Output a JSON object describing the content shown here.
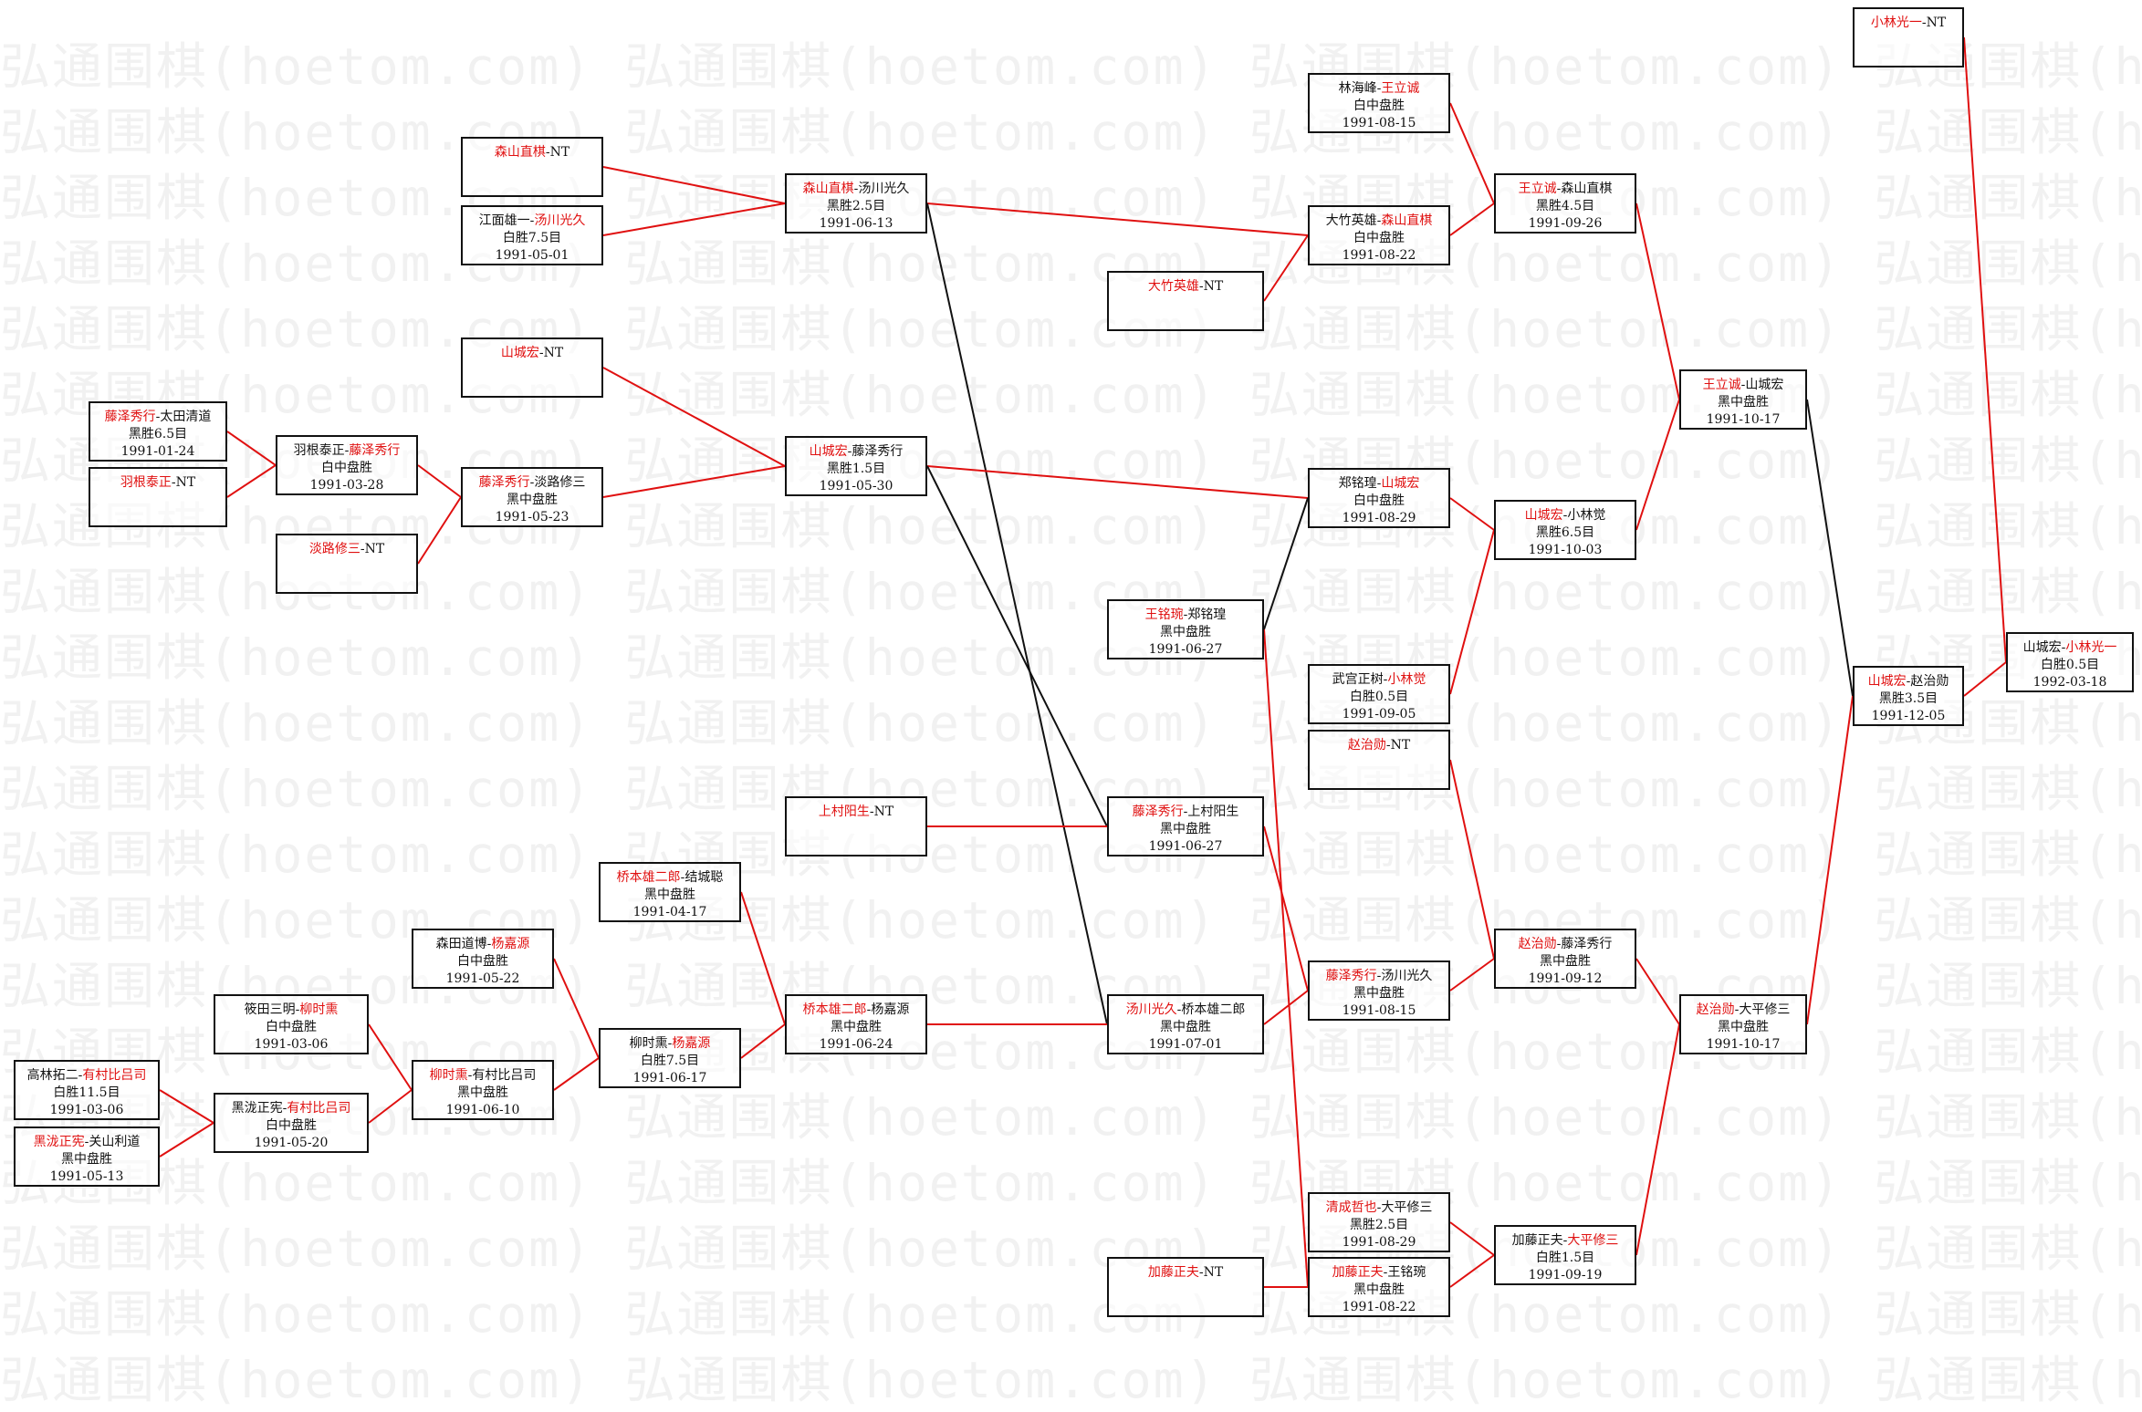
{
  "colors": {
    "winner": "#e01010",
    "text": "#111111",
    "line_win": "#e01010",
    "line_other": "#111111",
    "watermark": "#f1f1f1"
  },
  "watermark": {
    "text": "弘通围棋(hoetom.com)"
  },
  "nodes": [
    {
      "id": "n1",
      "p1": "小林光一",
      "p2": "NT",
      "winner": 1,
      "result": "",
      "date": ""
    },
    {
      "id": "n2",
      "p1": "林海峰",
      "p2": "王立诚",
      "winner": 2,
      "result": "白中盘胜",
      "date": "1991-08-15"
    },
    {
      "id": "n3",
      "p1": "森山直棋",
      "p2": "NT",
      "winner": 1,
      "result": "",
      "date": ""
    },
    {
      "id": "n4",
      "p1": "森山直棋",
      "p2": "汤川光久",
      "winner": 1,
      "result": "黑胜2.5目",
      "date": "1991-06-13"
    },
    {
      "id": "n5",
      "p1": "江面雄一",
      "p2": "汤川光久",
      "winner": 2,
      "result": "白胜7.5目",
      "date": "1991-05-01"
    },
    {
      "id": "n6",
      "p1": "王立诚",
      "p2": "森山直棋",
      "winner": 1,
      "result": "黑胜4.5目",
      "date": "1991-09-26"
    },
    {
      "id": "n7",
      "p1": "大竹英雄",
      "p2": "森山直棋",
      "winner": 2,
      "result": "白中盘胜",
      "date": "1991-08-22"
    },
    {
      "id": "n8",
      "p1": "大竹英雄",
      "p2": "NT",
      "winner": 1,
      "result": "",
      "date": ""
    },
    {
      "id": "n9",
      "p1": "山城宏",
      "p2": "NT",
      "winner": 1,
      "result": "",
      "date": ""
    },
    {
      "id": "n10",
      "p1": "王立诚",
      "p2": "山城宏",
      "winner": 1,
      "result": "黑中盘胜",
      "date": "1991-10-17"
    },
    {
      "id": "n11",
      "p1": "藤泽秀行",
      "p2": "太田清道",
      "winner": 1,
      "result": "黑胜6.5目",
      "date": "1991-01-24"
    },
    {
      "id": "n12",
      "p1": "羽根泰正",
      "p2": "藤泽秀行",
      "winner": 2,
      "result": "白中盘胜",
      "date": "1991-03-28"
    },
    {
      "id": "n13",
      "p1": "山城宏",
      "p2": "藤泽秀行",
      "winner": 1,
      "result": "黑胜1.5目",
      "date": "1991-05-30"
    },
    {
      "id": "n14",
      "p1": "羽根泰正",
      "p2": "NT",
      "winner": 1,
      "result": "",
      "date": ""
    },
    {
      "id": "n15",
      "p1": "藤泽秀行",
      "p2": "淡路修三",
      "winner": 1,
      "result": "黑中盘胜",
      "date": "1991-05-23"
    },
    {
      "id": "n16",
      "p1": "郑铭瑝",
      "p2": "山城宏",
      "winner": 2,
      "result": "白中盘胜",
      "date": "1991-08-29"
    },
    {
      "id": "n17",
      "p1": "山城宏",
      "p2": "小林觉",
      "winner": 1,
      "result": "黑胜6.5目",
      "date": "1991-10-03"
    },
    {
      "id": "n18",
      "p1": "淡路修三",
      "p2": "NT",
      "winner": 1,
      "result": "",
      "date": ""
    },
    {
      "id": "n19",
      "p1": "王铭琬",
      "p2": "郑铭瑝",
      "winner": 1,
      "result": "黑中盘胜",
      "date": "1991-06-27"
    },
    {
      "id": "n20",
      "p1": "山城宏",
      "p2": "小林光一",
      "winner": 2,
      "result": "白胜0.5目",
      "date": "1992-03-18"
    },
    {
      "id": "n21",
      "p1": "武宫正树",
      "p2": "小林觉",
      "winner": 2,
      "result": "白胜0.5目",
      "date": "1991-09-05"
    },
    {
      "id": "n22",
      "p1": "山城宏",
      "p2": "赵治勋",
      "winner": 1,
      "result": "黑胜3.5目",
      "date": "1991-12-05"
    },
    {
      "id": "n23",
      "p1": "赵治勋",
      "p2": "NT",
      "winner": 1,
      "result": "",
      "date": ""
    },
    {
      "id": "n24",
      "p1": "上村阳生",
      "p2": "NT",
      "winner": 1,
      "result": "",
      "date": ""
    },
    {
      "id": "n25",
      "p1": "藤泽秀行",
      "p2": "上村阳生",
      "winner": 1,
      "result": "黑中盘胜",
      "date": "1991-06-27"
    },
    {
      "id": "n26",
      "p1": "桥本雄二郎",
      "p2": "结城聪",
      "winner": 1,
      "result": "黑中盘胜",
      "date": "1991-04-17"
    },
    {
      "id": "n27",
      "p1": "森田道博",
      "p2": "杨嘉源",
      "winner": 2,
      "result": "白中盘胜",
      "date": "1991-05-22"
    },
    {
      "id": "n28",
      "p1": "赵治勋",
      "p2": "藤泽秀行",
      "winner": 1,
      "result": "黑中盘胜",
      "date": "1991-09-12"
    },
    {
      "id": "n29",
      "p1": "藤泽秀行",
      "p2": "汤川光久",
      "winner": 1,
      "result": "黑中盘胜",
      "date": "1991-08-15"
    },
    {
      "id": "n30",
      "p1": "桥本雄二郎",
      "p2": "杨嘉源",
      "winner": 1,
      "result": "黑中盘胜",
      "date": "1991-06-24"
    },
    {
      "id": "n31",
      "p1": "汤川光久",
      "p2": "桥本雄二郎",
      "winner": 1,
      "result": "黑中盘胜",
      "date": "1991-07-01"
    },
    {
      "id": "n32",
      "p1": "筱田三明",
      "p2": "柳时熏",
      "winner": 2,
      "result": "白中盘胜",
      "date": "1991-03-06"
    },
    {
      "id": "n33",
      "p1": "赵治勋",
      "p2": "大平修三",
      "winner": 1,
      "result": "黑中盘胜",
      "date": "1991-10-17"
    },
    {
      "id": "n34",
      "p1": "柳时熏",
      "p2": "杨嘉源",
      "winner": 2,
      "result": "白胜7.5目",
      "date": "1991-06-17"
    },
    {
      "id": "n35",
      "p1": "高林拓二",
      "p2": "有村比吕司",
      "winner": 2,
      "result": "白胜11.5目",
      "date": "1991-03-06"
    },
    {
      "id": "n36",
      "p1": "柳时熏",
      "p2": "有村比吕司",
      "winner": 1,
      "result": "黑中盘胜",
      "date": "1991-06-10"
    },
    {
      "id": "n37",
      "p1": "黑泷正宪",
      "p2": "有村比吕司",
      "winner": 2,
      "result": "白中盘胜",
      "date": "1991-05-20"
    },
    {
      "id": "n38",
      "p1": "黑泷正宪",
      "p2": "关山利道",
      "winner": 1,
      "result": "黑中盘胜",
      "date": "1991-05-13"
    },
    {
      "id": "n39",
      "p1": "清成哲也",
      "p2": "大平修三",
      "winner": 1,
      "result": "黑胜2.5目",
      "date": "1991-08-29"
    },
    {
      "id": "n40",
      "p1": "加藤正夫",
      "p2": "大平修三",
      "winner": 2,
      "result": "白胜1.5目",
      "date": "1991-09-19"
    },
    {
      "id": "n41",
      "p1": "加藤正夫",
      "p2": "NT",
      "winner": 1,
      "result": "",
      "date": ""
    },
    {
      "id": "n42",
      "p1": "加藤正夫",
      "p2": "王铭琬",
      "winner": 1,
      "result": "黑中盘胜",
      "date": "1991-08-22"
    }
  ],
  "connectors": [
    {
      "from": "n11",
      "to": "n12",
      "win": true
    },
    {
      "from": "n14",
      "to": "n12",
      "win": true
    },
    {
      "from": "n12",
      "to": "n15",
      "win": true
    },
    {
      "from": "n18",
      "to": "n15",
      "win": true
    },
    {
      "from": "n3",
      "to": "n4",
      "win": true
    },
    {
      "from": "n5",
      "to": "n4",
      "win": true
    },
    {
      "from": "n9",
      "to": "n13",
      "win": true
    },
    {
      "from": "n15",
      "to": "n13",
      "win": true
    },
    {
      "from": "n4",
      "to": "n7",
      "win": true
    },
    {
      "from": "n8",
      "to": "n7",
      "win": true
    },
    {
      "from": "n4",
      "to": "n31",
      "win": false
    },
    {
      "from": "n13",
      "to": "n16",
      "win": true
    },
    {
      "from": "n13",
      "to": "n25",
      "win": false
    },
    {
      "from": "n24",
      "to": "n25",
      "win": true
    },
    {
      "from": "n2",
      "to": "n6",
      "win": true
    },
    {
      "from": "n7",
      "to": "n6",
      "win": true
    },
    {
      "from": "n19",
      "to": "n16",
      "win": false
    },
    {
      "from": "n16",
      "to": "n17",
      "win": true
    },
    {
      "from": "n21",
      "to": "n17",
      "win": true
    },
    {
      "from": "n6",
      "to": "n10",
      "win": true
    },
    {
      "from": "n17",
      "to": "n10",
      "win": true
    },
    {
      "from": "n26",
      "to": "n30",
      "win": true
    },
    {
      "from": "n27",
      "to": "n34",
      "win": true
    },
    {
      "from": "n32",
      "to": "n36",
      "win": true
    },
    {
      "from": "n35",
      "to": "n37",
      "win": true
    },
    {
      "from": "n38",
      "to": "n37",
      "win": true
    },
    {
      "from": "n37",
      "to": "n36",
      "win": true
    },
    {
      "from": "n36",
      "to": "n34",
      "win": true
    },
    {
      "from": "n34",
      "to": "n30",
      "win": true
    },
    {
      "from": "n30",
      "to": "n31",
      "win": true
    },
    {
      "from": "n25",
      "to": "n29",
      "win": true
    },
    {
      "from": "n31",
      "to": "n29",
      "win": true
    },
    {
      "from": "n23",
      "to": "n28",
      "win": true
    },
    {
      "from": "n29",
      "to": "n28",
      "win": true
    },
    {
      "from": "n19",
      "to": "n42",
      "win": true
    },
    {
      "from": "n41",
      "to": "n42",
      "win": true
    },
    {
      "from": "n39",
      "to": "n40",
      "win": true
    },
    {
      "from": "n42",
      "to": "n40",
      "win": true
    },
    {
      "from": "n28",
      "to": "n33",
      "win": true
    },
    {
      "from": "n40",
      "to": "n33",
      "win": true
    },
    {
      "from": "n10",
      "to": "n22",
      "win": false
    },
    {
      "from": "n33",
      "to": "n22",
      "win": true
    },
    {
      "from": "n1",
      "to": "n20",
      "win": true
    },
    {
      "from": "n22",
      "to": "n20",
      "win": true
    }
  ]
}
